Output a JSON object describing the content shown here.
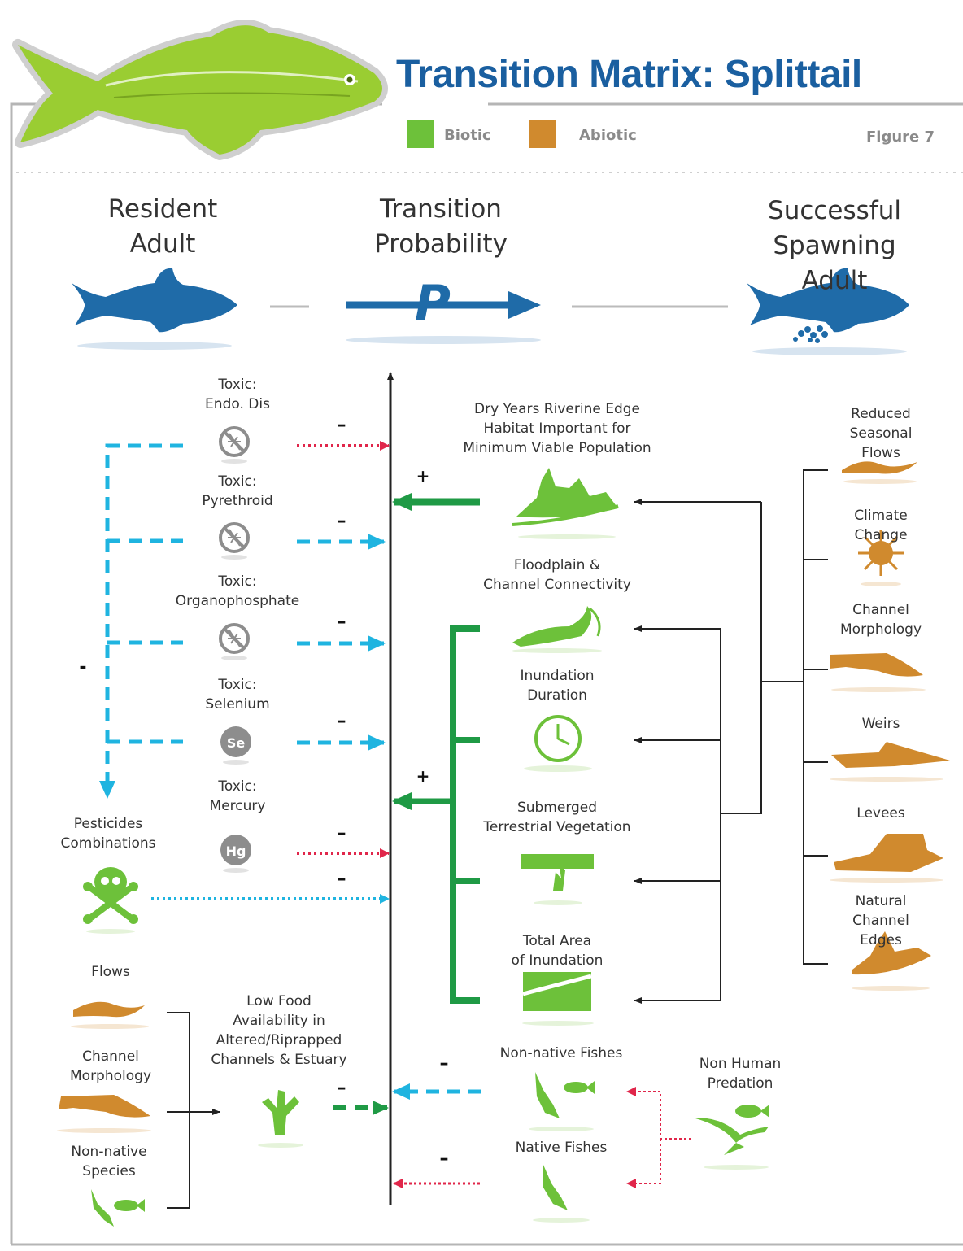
{
  "header": {
    "title": "Transition Matrix: Splittail",
    "figure": "Figure 7",
    "legend": [
      {
        "label": "Biotic",
        "color": "#6dc13a"
      },
      {
        "label": "Abiotic",
        "color": "#d08a2e"
      }
    ]
  },
  "stages": {
    "resident": "Resident\nAdult",
    "transition": "Transition\nProbability",
    "transition_symbol": "P",
    "spawning": "Successful\nSpawning Adult"
  },
  "toxics": [
    {
      "label": "Toxic:\nEndo. Dis",
      "sign": "–",
      "icon": "no-bug-icon"
    },
    {
      "label": "Toxic:\nPyrethroid",
      "sign": "–",
      "icon": "no-bug-icon"
    },
    {
      "label": "Toxic:\nOrganophosphate",
      "sign": "–",
      "icon": "no-bug-icon"
    },
    {
      "label": "Toxic:\nSelenium",
      "sign": "–",
      "icon": "Se"
    },
    {
      "label": "Toxic:\nMercury",
      "sign": "–",
      "icon": "Hg"
    }
  ],
  "pesticides": {
    "label": "Pesticides\nCombinations",
    "sign": "–",
    "icon": "skull-crossbones-icon"
  },
  "pesticide_group_sign": "-",
  "biotic_center": {
    "riverine": {
      "label": "Dry Years Riverine Edge\nHabitat Important for\nMinimum Viable Population",
      "sign": "+"
    },
    "floodplain": "Floodplain &\nChannel Connectivity",
    "inundation": "Inundation\nDuration",
    "submerged": "Submerged\nTerrestrial Vegetation",
    "total_area": "Total Area\nof Inundation",
    "group_sign": "+"
  },
  "abiotic_right": [
    {
      "label": "Reduced\nSeasonal Flows",
      "icon": "flow-icon"
    },
    {
      "label": "Climate Change",
      "icon": "sun-icon"
    },
    {
      "label": "Channel\nMorphology",
      "icon": "channel-icon"
    },
    {
      "label": "Weirs",
      "icon": "weir-icon"
    },
    {
      "label": "Levees",
      "icon": "levee-icon"
    },
    {
      "label": "Natural Channel\nEdges",
      "icon": "channel-edge-icon"
    }
  ],
  "bottom_left": {
    "flows": "Flows",
    "channel": "Channel\nMorphology",
    "nonnative_species": "Non-native\nSpecies",
    "low_food": "Low Food\nAvailability in\nAltered/Riprapped\nChannels & Estuary",
    "low_food_sign": "–"
  },
  "fishes": {
    "nonnative": {
      "label": "Non-native Fishes",
      "sign": "–"
    },
    "native": {
      "label": "Native Fishes",
      "sign": "–"
    },
    "predation": "Non Human\nPredation"
  },
  "colors": {
    "title": "#1a5fa0",
    "fish": "#1f6ba8",
    "biotic": "#6dc13a",
    "biotic_arrow": "#1f9a45",
    "abiotic": "#d08a2e",
    "toxic_dash": "#1fb4e0",
    "negative_dot": "#e0264a",
    "fish_header": "#9acd32"
  }
}
